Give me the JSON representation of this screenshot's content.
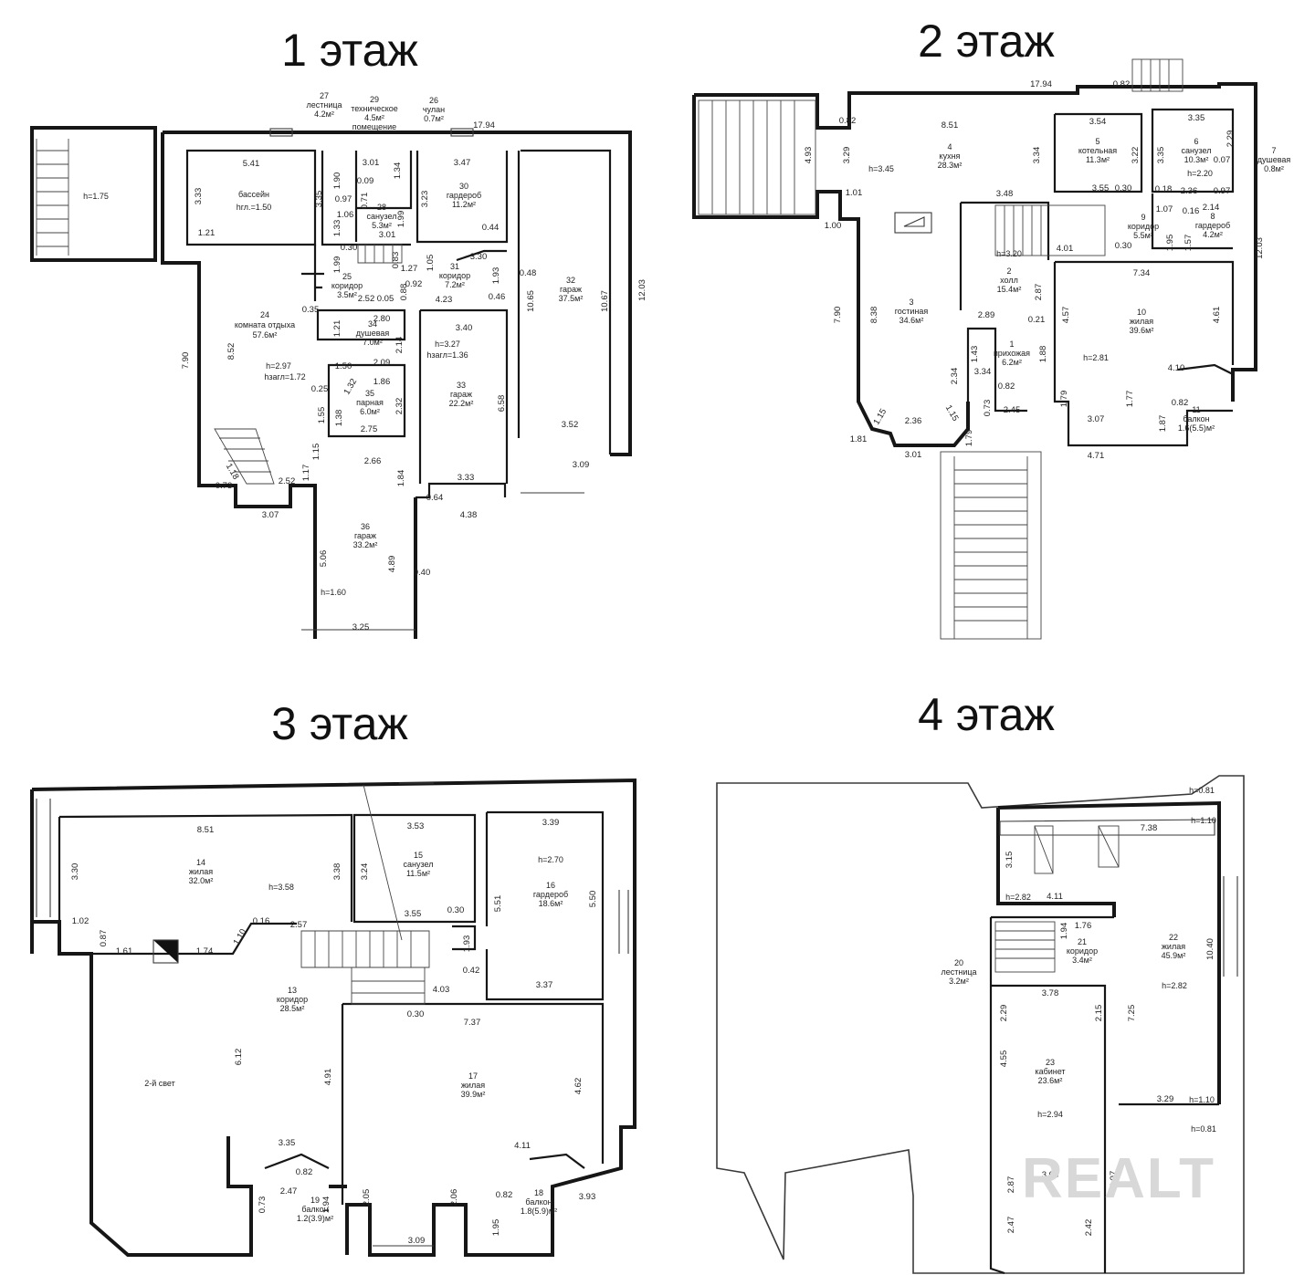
{
  "floors": [
    {
      "id": "f1",
      "title": "1 этаж",
      "rooms": [
        {
          "num": "24",
          "name": "комната отдыха",
          "area": "57.6м²"
        },
        {
          "num": "25",
          "name": "коридор",
          "area": "3.5м²"
        },
        {
          "num": "26",
          "name": "чулан",
          "area": "0.7м²"
        },
        {
          "num": "27",
          "name": "лестница",
          "area": "4.2м²"
        },
        {
          "num": "28",
          "name": "санузел",
          "area": "5.3м²"
        },
        {
          "num": "29",
          "name": "техническое помещение",
          "area": "4.5м²"
        },
        {
          "num": "30",
          "name": "гардероб",
          "area": "11.2м²"
        },
        {
          "num": "31",
          "name": "коридор",
          "area": "7.2м²"
        },
        {
          "num": "32",
          "name": "гараж",
          "area": "37.5м²"
        },
        {
          "num": "33",
          "name": "гараж",
          "area": "22.2м²"
        },
        {
          "num": "34",
          "name": "душевая",
          "area": "7.0м²"
        },
        {
          "num": "35",
          "name": "парная",
          "area": "6.0м²"
        },
        {
          "num": "36",
          "name": "гараж",
          "area": "33.2м²"
        }
      ],
      "pool": {
        "name": "бассейн",
        "depth": "hгл.=1.50"
      },
      "heights": [
        "h=1.75",
        "h=2.97",
        "hзагл=1.72",
        "h=3.27",
        "hзагл=1.36",
        "h=1.60"
      ],
      "dims": [
        "17.94",
        "5.41",
        "3.33",
        "3.35",
        "1.21",
        "3.01",
        "1.34",
        "1.90",
        "0.09",
        "0.97",
        "0.71",
        "1.06",
        "1.99",
        "1.33",
        "0.30",
        "3.01",
        "3.47",
        "3.23",
        "0.44",
        "3.30",
        "1.93",
        "0.48",
        "10.65",
        "10.67",
        "12.03",
        "1.99",
        "0.83",
        "1.27",
        "1.05",
        "0.92",
        "0.88",
        "0.05",
        "2.52",
        "4.23",
        "0.46",
        "0.35",
        "2.80",
        "1.21",
        "2.14",
        "3.40",
        "7.90",
        "8.52",
        "1.50",
        "2.09",
        "1.86",
        "0.25",
        "1.32",
        "2.32",
        "1.55",
        "1.38",
        "2.75",
        "1.15",
        "3.52",
        "1.18",
        "0.73",
        "2.52",
        "1.17",
        "2.66",
        "1.84",
        "6.58",
        "3.33",
        "0.64",
        "4.38",
        "3.07",
        "5.06",
        "4.89",
        "0.40",
        "3.25",
        "3.09"
      ]
    },
    {
      "id": "f2",
      "title": "2 этаж",
      "rooms": [
        {
          "num": "1",
          "name": "прихожая",
          "area": "6.2м²"
        },
        {
          "num": "2",
          "name": "холл",
          "area": "15.4м²"
        },
        {
          "num": "3",
          "name": "гостиная",
          "area": "34.6м²"
        },
        {
          "num": "4",
          "name": "кухня",
          "area": "28.3м²"
        },
        {
          "num": "5",
          "name": "котельная",
          "area": "11.3м²"
        },
        {
          "num": "6",
          "name": "санузел",
          "area": "10.3м²"
        },
        {
          "num": "7",
          "name": "душевая",
          "area": "0.8м²"
        },
        {
          "num": "8",
          "name": "гардероб",
          "area": "4.2м²"
        },
        {
          "num": "9",
          "name": "коридор",
          "area": "5.5м²"
        },
        {
          "num": "10",
          "name": "жилая",
          "area": "39.6м²"
        },
        {
          "num": "11",
          "name": "балкон",
          "area": "1.6(5.5)м²"
        }
      ],
      "heights": [
        "h=3.45",
        "h=3.20",
        "h=2.81",
        "h=2.20"
      ],
      "dims": [
        "17.94",
        "0.82",
        "0.82",
        "8.51",
        "3.54",
        "3.35",
        "4.93",
        "3.29",
        "3.34",
        "3.22",
        "3.35",
        "2.29",
        "0.07",
        "1.01",
        "3.48",
        "3.55",
        "0.30",
        "0.18",
        "2.36",
        "0.97",
        "1.07",
        "0.16",
        "2.14",
        "1.00",
        "4.01",
        "0.30",
        "1.95",
        "1.57",
        "7.34",
        "12.03",
        "7.90",
        "8.38",
        "2.87",
        "4.57",
        "4.61",
        "2.89",
        "0.21",
        "1.43",
        "1.88",
        "2.34",
        "3.34",
        "0.82",
        "0.73",
        "2.45",
        "1.79",
        "3.07",
        "1.77",
        "4.10",
        "0.82",
        "1.87",
        "1.15",
        "1.81",
        "2.36",
        "1.15",
        "1.79",
        "3.01",
        "4.71"
      ]
    },
    {
      "id": "f3",
      "title": "3 этаж",
      "rooms": [
        {
          "num": "13",
          "name": "коридор",
          "area": "28.5м²"
        },
        {
          "num": "14",
          "name": "жилая",
          "area": "32.0м²"
        },
        {
          "num": "15",
          "name": "санузел",
          "area": "11.5м²"
        },
        {
          "num": "16",
          "name": "гардероб",
          "area": "18.6м²"
        },
        {
          "num": "17",
          "name": "жилая",
          "area": "39.9м²"
        },
        {
          "num": "18",
          "name": "балкон",
          "area": "1.8(5.9)м²"
        },
        {
          "num": "19",
          "name": "балкон",
          "area": "1.2(3.9)м²"
        }
      ],
      "void": "2-й свет",
      "heights": [
        "h=3.58",
        "h=2.70"
      ],
      "dims": [
        "8.51",
        "3.53",
        "3.39",
        "3.30",
        "3.38",
        "3.24",
        "5.51",
        "5.50",
        "1.02",
        "0.87",
        "1.61",
        "1.74",
        "1.10",
        "0.16",
        "2.57",
        "3.55",
        "0.30",
        "1.93",
        "0.42",
        "3.37",
        "4.03",
        "0.30",
        "7.37",
        "6.12",
        "4.91",
        "4.62",
        "3.35",
        "0.82",
        "2.47",
        "0.73",
        "1.94",
        "2.05",
        "2.06",
        "4.11",
        "0.82",
        "3.93",
        "1.95",
        "3.09"
      ]
    },
    {
      "id": "f4",
      "title": "4 этаж",
      "rooms": [
        {
          "num": "20",
          "name": "лестница",
          "area": "3.2м²"
        },
        {
          "num": "21",
          "name": "коридор",
          "area": "3.4м²"
        },
        {
          "num": "22",
          "name": "жилая",
          "area": "45.9м²"
        },
        {
          "num": "23",
          "name": "кабинет",
          "area": "23.6м²"
        }
      ],
      "heights": [
        "h=0.81",
        "h=1.10",
        "h=2.82",
        "h=2.82",
        "h=1.10",
        "h=0.81",
        "h=2.94"
      ],
      "dims": [
        "7.38",
        "3.15",
        "4.11",
        "1.76",
        "1.94",
        "10.40",
        "3.78",
        "2.29",
        "2.15",
        "7.25",
        "4.55",
        "3.29",
        "2.87",
        "2.07",
        "2.47",
        "2.42",
        "3.08"
      ],
      "watermark": "REALT"
    }
  ]
}
